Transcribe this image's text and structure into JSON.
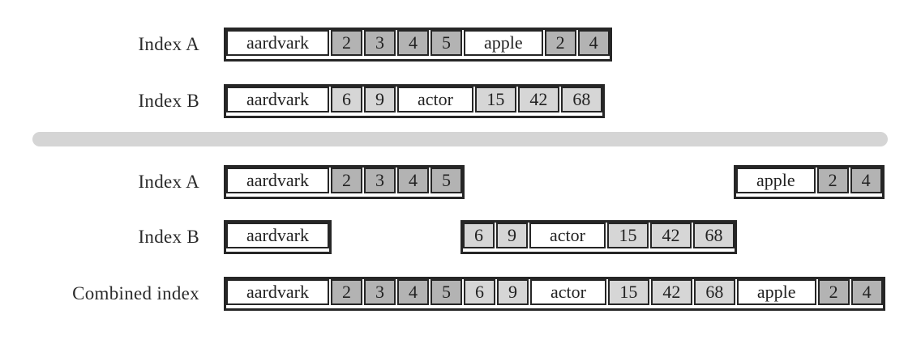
{
  "colors": {
    "border": "#262626",
    "index_a_posting": "#b3b3b3",
    "index_b_posting": "#d6d6d6",
    "term_cell": "#ffffff",
    "divider": "#d5d5d5",
    "label_text": "#2b2b2b"
  },
  "rows": [
    {
      "label": "Index A",
      "groups": [
        [
          {
            "text": "aardvark",
            "kind": "term"
          },
          {
            "text": "2",
            "kind": "a"
          },
          {
            "text": "3",
            "kind": "a"
          },
          {
            "text": "4",
            "kind": "a"
          },
          {
            "text": "5",
            "kind": "a"
          },
          {
            "text": "apple",
            "kind": "term"
          },
          {
            "text": "2",
            "kind": "a"
          },
          {
            "text": "4",
            "kind": "a"
          }
        ]
      ]
    },
    {
      "label": "Index B",
      "groups": [
        [
          {
            "text": "aardvark",
            "kind": "term"
          },
          {
            "text": "6",
            "kind": "b"
          },
          {
            "text": "9",
            "kind": "b"
          },
          {
            "text": "actor",
            "kind": "term"
          },
          {
            "text": "15",
            "kind": "b"
          },
          {
            "text": "42",
            "kind": "b"
          },
          {
            "text": "68",
            "kind": "b"
          }
        ]
      ]
    },
    {
      "label": "Index A",
      "groups": [
        [
          {
            "text": "aardvark",
            "kind": "term"
          },
          {
            "text": "2",
            "kind": "a"
          },
          {
            "text": "3",
            "kind": "a"
          },
          {
            "text": "4",
            "kind": "a"
          },
          {
            "text": "5",
            "kind": "a"
          }
        ],
        [
          {
            "text": "apple",
            "kind": "term"
          },
          {
            "text": "2",
            "kind": "a"
          },
          {
            "text": "4",
            "kind": "a"
          }
        ]
      ]
    },
    {
      "label": "Index B",
      "groups": [
        [
          {
            "text": "aardvark",
            "kind": "term"
          }
        ],
        [
          {
            "text": "6",
            "kind": "b"
          },
          {
            "text": "9",
            "kind": "b"
          },
          {
            "text": "actor",
            "kind": "term"
          },
          {
            "text": "15",
            "kind": "b"
          },
          {
            "text": "42",
            "kind": "b"
          },
          {
            "text": "68",
            "kind": "b"
          }
        ]
      ]
    },
    {
      "label": "Combined index",
      "groups": [
        [
          {
            "text": "aardvark",
            "kind": "term"
          },
          {
            "text": "2",
            "kind": "a"
          },
          {
            "text": "3",
            "kind": "a"
          },
          {
            "text": "4",
            "kind": "a"
          },
          {
            "text": "5",
            "kind": "a"
          },
          {
            "text": "6",
            "kind": "b"
          },
          {
            "text": "9",
            "kind": "b"
          },
          {
            "text": "actor",
            "kind": "term"
          },
          {
            "text": "15",
            "kind": "b"
          },
          {
            "text": "42",
            "kind": "b"
          },
          {
            "text": "68",
            "kind": "b"
          },
          {
            "text": "apple",
            "kind": "term"
          },
          {
            "text": "2",
            "kind": "a"
          },
          {
            "text": "4",
            "kind": "a"
          }
        ]
      ]
    }
  ]
}
